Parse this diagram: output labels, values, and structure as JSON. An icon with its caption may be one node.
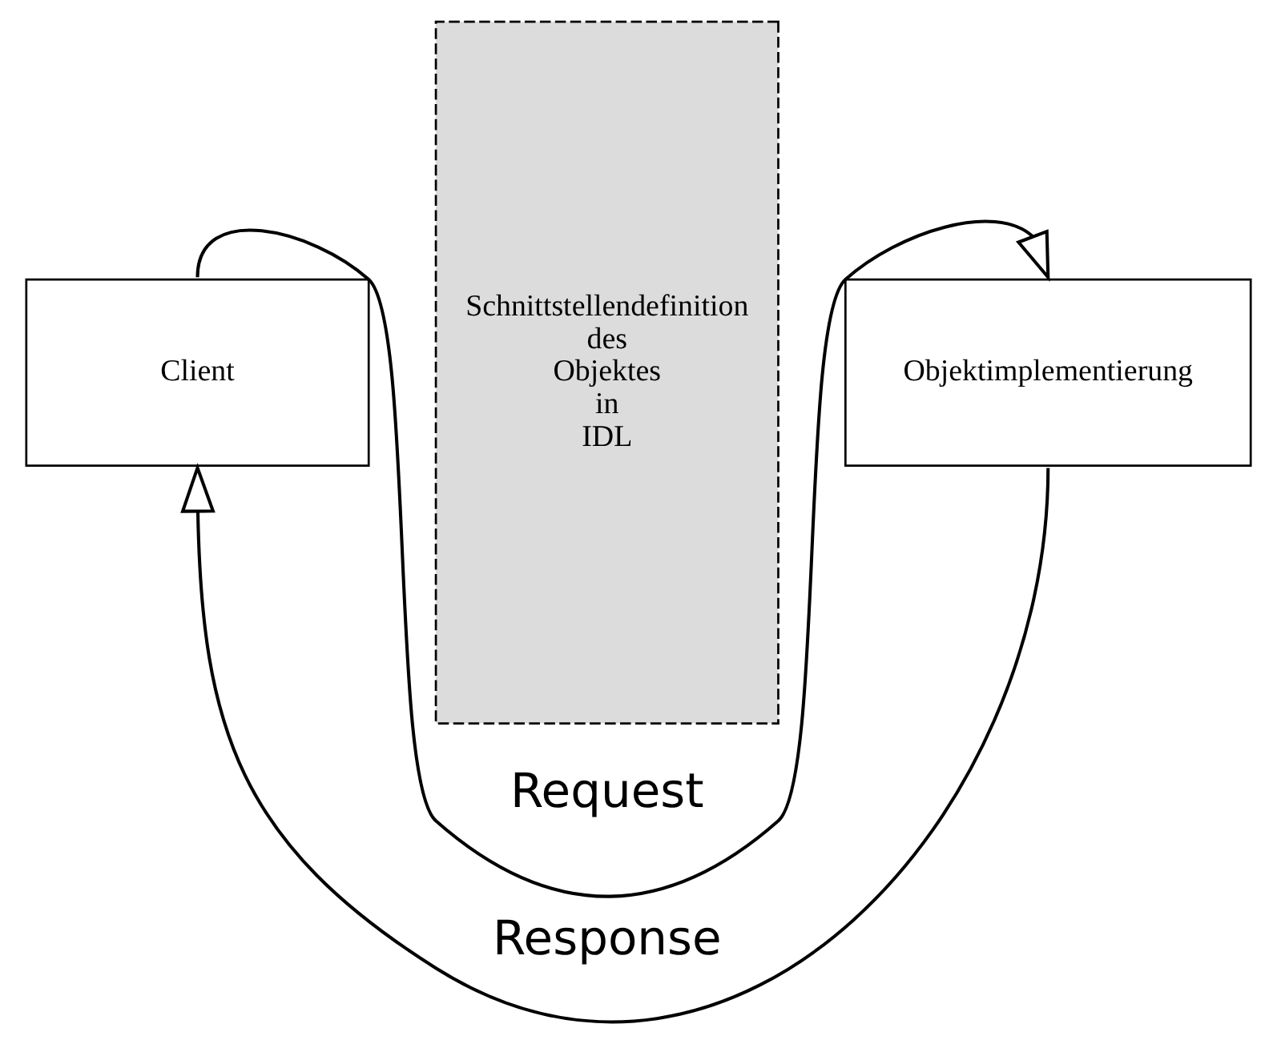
{
  "diagram": {
    "nodes": [
      {
        "text": [
          "Schnittstellendefinition des Objektes in IDL"
        ]
      },
      {
        "text": [
          "Client"
        ]
      },
      {
        "text": [
          "Objektimplementierung"
        ]
      }
    ],
    "edges": [
      {
        "from": 1,
        "to": 2,
        "arrow": "to",
        "label": "Request"
      },
      {
        "from": 2,
        "to": 1,
        "arrow": "to",
        "label": "Response"
      }
    ]
  }
}
